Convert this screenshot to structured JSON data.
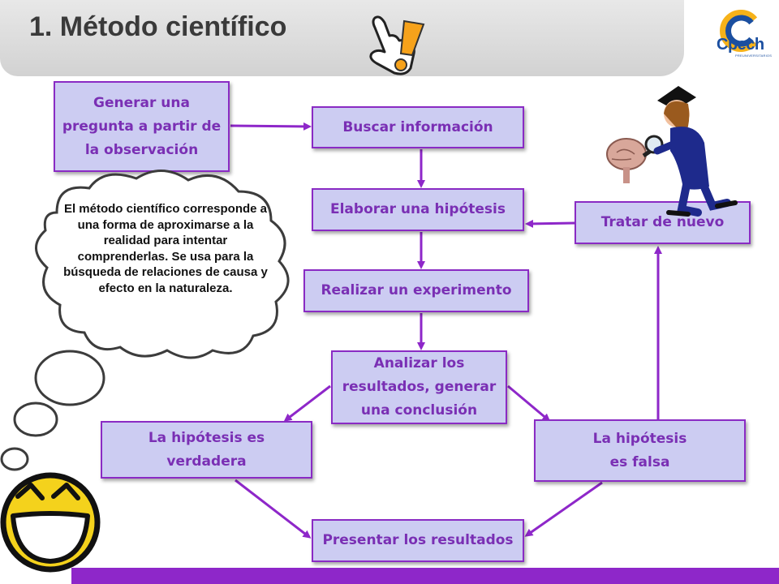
{
  "header": {
    "title": "1. Método científico"
  },
  "logo": {
    "name": "Cpech",
    "subtitle": "PREUNIVERSITARIOS"
  },
  "cloud": {
    "text": "El método científico corresponde a una forma de aproximarse a la realidad para intentar comprenderlas. Se usa para la búsqueda de relaciones de causa y efecto en la naturaleza."
  },
  "boxes": {
    "generar": "Generar una pregunta a partir de la observación",
    "buscar": "Buscar información",
    "hipotesis": "Elaborar una hipótesis",
    "experimento": "Realizar un experimento",
    "analizar": "Analizar los resultados, generar una conclusión",
    "verdadera": "La hipótesis es verdadera",
    "falsa": "La hipótesis es falsa",
    "tratar": "Tratar de nuevo",
    "presentar": "Presentar los resultados"
  },
  "colors": {
    "box_fill": "#ccccf2",
    "box_border": "#8a2bc4",
    "box_text": "#7a2fb4",
    "arrow": "#8e27c9",
    "bar": "#8e27c9"
  }
}
